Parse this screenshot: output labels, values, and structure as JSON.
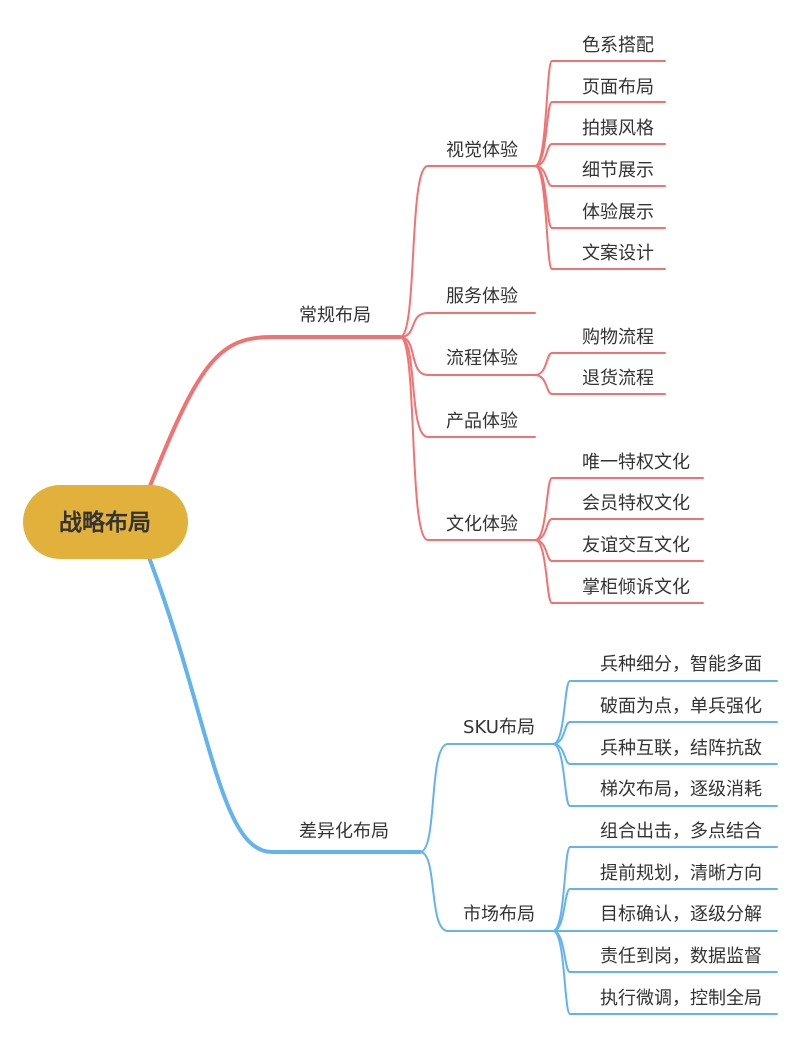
{
  "colors": {
    "background": "#ffffff",
    "root_fill": "#E2B13C",
    "branch_red": "#F27272",
    "branch_blue": "#63B3EC",
    "text": "#333333"
  },
  "root": {
    "label": "战略布局"
  },
  "branches": [
    {
      "label": "常规布局",
      "color": "red",
      "children": [
        {
          "label": "视觉体验",
          "children": [
            "色系搭配",
            "页面布局",
            "拍摄风格",
            "细节展示",
            "体验展示",
            "文案设计"
          ]
        },
        {
          "label": "服务体验",
          "children": []
        },
        {
          "label": "流程体验",
          "children": [
            "购物流程",
            "退货流程"
          ]
        },
        {
          "label": "产品体验",
          "children": []
        },
        {
          "label": "文化体验",
          "children": [
            "唯一特权文化",
            "会员特权文化",
            "友谊交互文化",
            "掌柜倾诉文化"
          ]
        }
      ]
    },
    {
      "label": "差异化布局",
      "color": "blue",
      "children": [
        {
          "label": "SKU布局",
          "children": [
            "兵种细分，智能多面",
            "破面为点，单兵强化",
            "兵种互联，结阵抗敌",
            "梯次布局，逐级消耗"
          ]
        },
        {
          "label": "市场布局",
          "children": [
            "组合出击，多点结合",
            "提前规划，清晰方向",
            "目标确认，逐级分解",
            "责任到岗，数据监督",
            "执行微调，控制全局"
          ]
        }
      ]
    }
  ]
}
